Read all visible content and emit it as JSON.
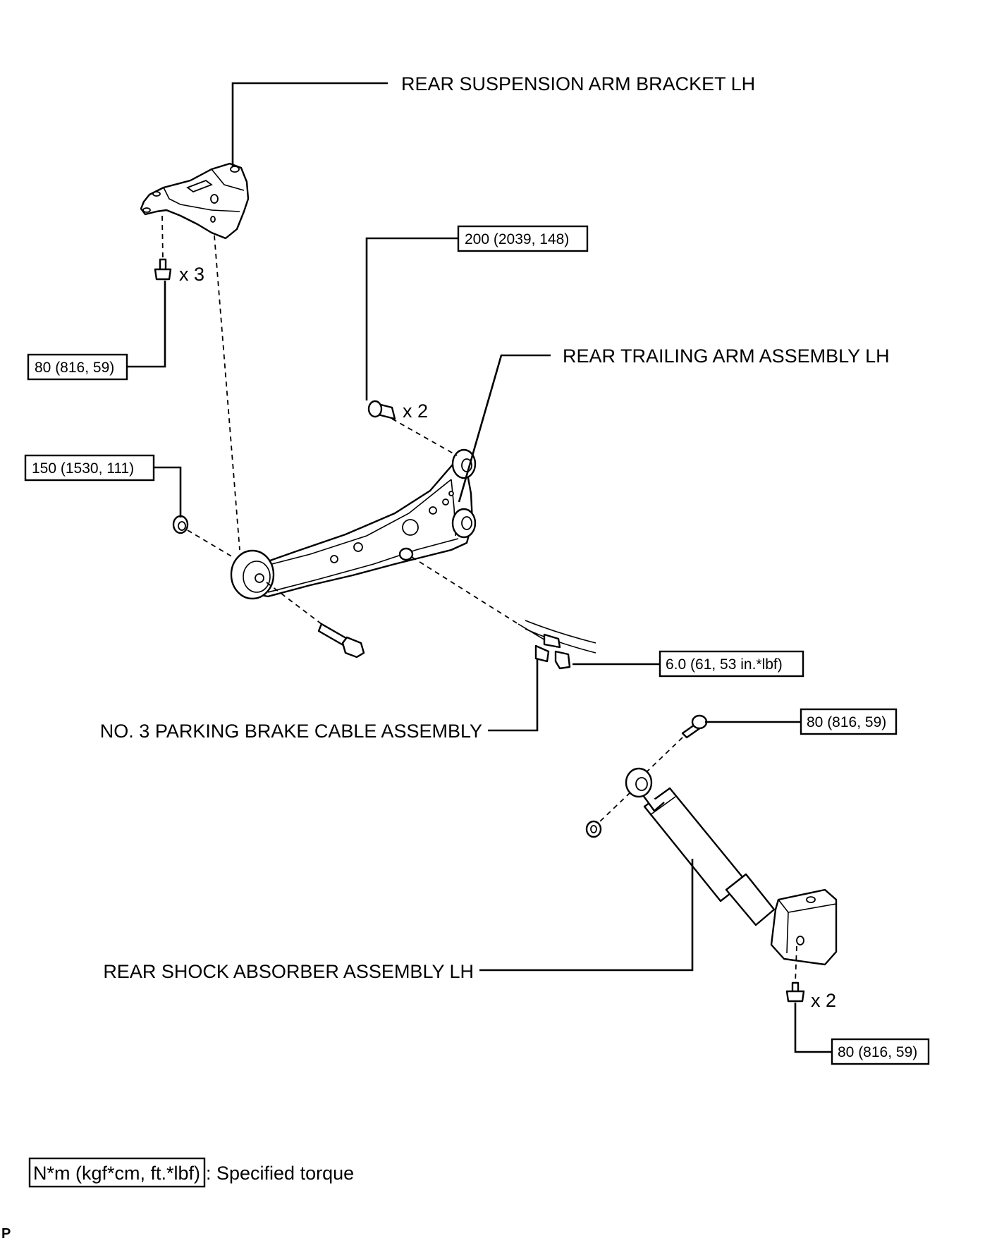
{
  "labels": {
    "bracket": "REAR SUSPENSION ARM BRACKET LH",
    "trailing_arm": "REAR TRAILING ARM ASSEMBLY LH",
    "parking_cable": "NO. 3 PARKING BRAKE CABLE ASSEMBLY",
    "shock": "REAR SHOCK ABSORBER ASSEMBLY LH"
  },
  "torques": {
    "bracket_bolts": "80 (816, 59)",
    "arm_front_bolts": "200 (2039, 148)",
    "arm_rear_nut": "150 (1530, 111)",
    "cable_bolt": "6.0 (61, 53 in.*lbf)",
    "shock_upper_bolt": "80 (816, 59)",
    "shock_lower_bolts": "80 (816, 59)"
  },
  "quantities": {
    "bracket_bolts": "x 3",
    "arm_front_bolts": "x 2",
    "shock_lower_bolts": "x 2"
  },
  "legend": {
    "unit_box": "N*m (kgf*cm, ft.*lbf)",
    "description": ": Specified torque"
  },
  "footer": {
    "mark": "P"
  }
}
